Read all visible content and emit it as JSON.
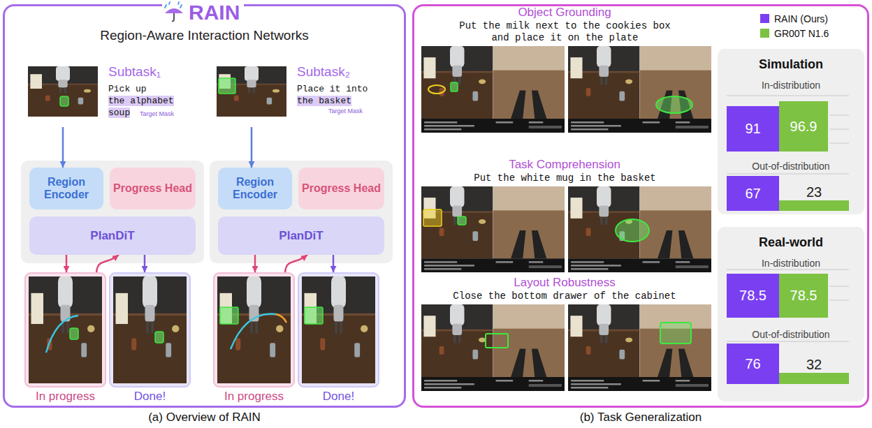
{
  "diagram": {
    "nodes": [
      {
        "text": [
          "RAIN",
          "Region-Aware Interaction Networks",
          "(a) Overview of RAIN"
        ]
      },
      {
        "text": [
          "Subtask₁",
          "Pick up",
          "the alphabet soup",
          "Target Mask"
        ],
        "in": 0
      },
      {
        "text": [
          "Region Encoder"
        ],
        "in": 0
      },
      {
        "text": [
          "Progress Head"
        ],
        "in": 0
      },
      {
        "text": [
          "PlanDiT"
        ],
        "in": 0
      },
      {
        "text": [
          "In progress"
        ],
        "in": 0
      },
      {
        "text": [
          "Done!"
        ],
        "in": 0
      },
      {
        "text": [
          "Subtask₂",
          "Place it into",
          "the basket",
          "Target Mask"
        ],
        "in": 0
      },
      {
        "text": [
          "Region Encoder"
        ],
        "in": 0
      },
      {
        "text": [
          "Progress Head"
        ],
        "in": 0
      },
      {
        "text": [
          "PlanDiT"
        ],
        "in": 0
      },
      {
        "text": [
          "In progress"
        ],
        "in": 0
      },
      {
        "text": [
          "Done!"
        ],
        "in": 0
      },
      {
        "text": [
          "(b) Task Generalization"
        ]
      },
      {
        "text": [
          "Simulation",
          "In-distribution",
          "Out-of-distribution"
        ],
        "in": 13
      },
      {
        "text": [
          "91"
        ],
        "in": 14
      },
      {
        "text": [
          "96.9"
        ],
        "in": 14
      },
      {
        "text": [
          "67"
        ],
        "in": 14
      },
      {
        "text": [
          "23"
        ],
        "in": 14
      },
      {
        "text": [
          "Real-world",
          "In-distribution",
          "Out-of-distribution"
        ],
        "in": 13
      },
      {
        "text": [
          "78.5"
        ],
        "in": 19
      },
      {
        "text": [
          "78.5"
        ],
        "in": 19
      },
      {
        "text": [
          "76"
        ],
        "in": 19
      },
      {
        "text": [
          "32"
        ],
        "in": 19
      }
    ],
    "edges": [
      {
        "from": 1,
        "to": 2,
        "arrow": "to"
      },
      {
        "from": 4,
        "to": 5,
        "arrow": "to"
      },
      {
        "from": 5,
        "to": 4,
        "arrow": "to"
      },
      {
        "from": 4,
        "to": 6,
        "arrow": "to"
      },
      {
        "from": 7,
        "to": 8,
        "arrow": "to"
      },
      {
        "from": 10,
        "to": 11,
        "arrow": "to"
      },
      {
        "from": 11,
        "to": 10,
        "arrow": "to"
      },
      {
        "from": 10,
        "to": 12,
        "arrow": "to"
      }
    ],
    "labels": [
      "Object Grounding",
      "Put the milk next to the cookies box and place it on the plate",
      "Task Comprehension",
      "Put the white mug in the basket",
      "Layout Robustness",
      "Close the bottom drawer of the cabinet"
    ],
    "legend": [
      {
        "text": "RAIN (Ours)",
        "color": "#7b3ff2"
      },
      {
        "text": "GR00T N1.6",
        "color": "#7dc242"
      }
    ]
  }
}
